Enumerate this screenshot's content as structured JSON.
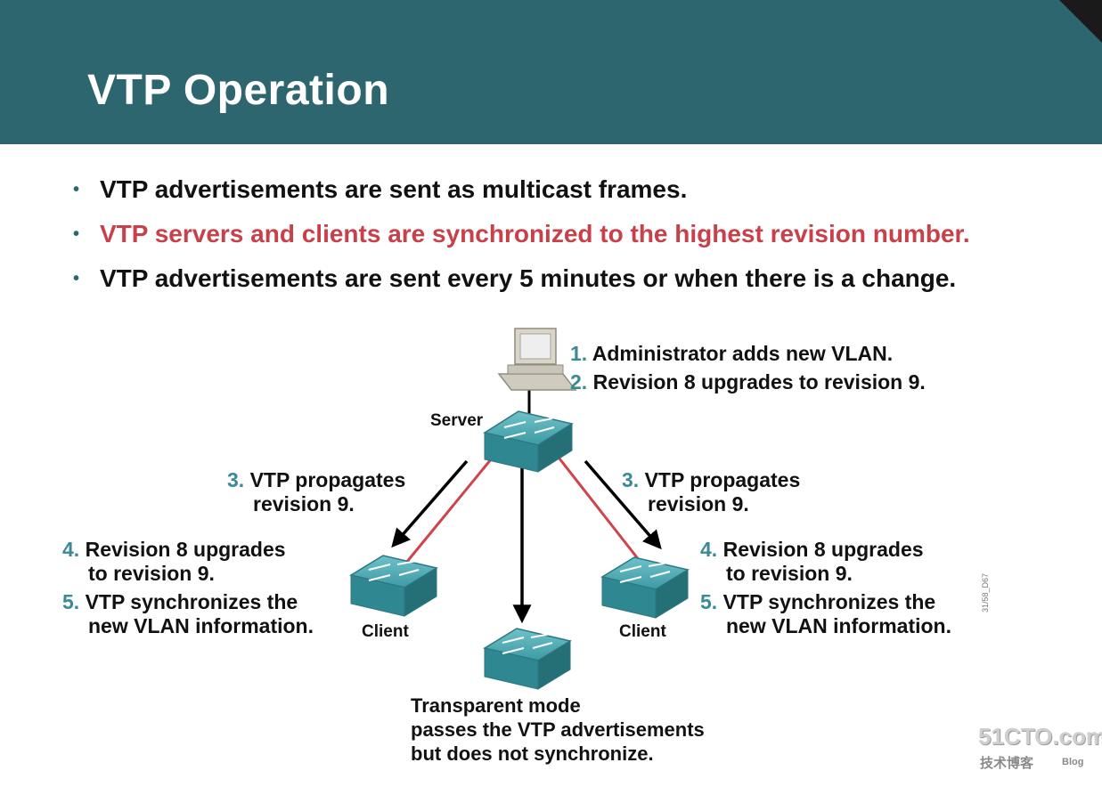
{
  "title": "VTP Operation",
  "bullets": [
    {
      "text": "VTP advertisements are sent as multicast frames.",
      "color": "#111111"
    },
    {
      "text": "VTP servers and clients are synchronized to the highest revision number.",
      "color": "#c8414a"
    },
    {
      "text": "VTP advertisements are sent every 5 minutes or when there is a change.",
      "color": "#111111"
    }
  ],
  "diagram": {
    "admin_steps": [
      {
        "num": "1.",
        "text": "Administrator adds new VLAN."
      },
      {
        "num": "2.",
        "text": "Revision 8 upgrades to revision 9."
      }
    ],
    "server_label": "Server",
    "propagate_left": {
      "num": "3.",
      "line1": "VTP propagates",
      "line2": "revision 9."
    },
    "propagate_right": {
      "num": "3.",
      "line1": "VTP propagates",
      "line2": "revision 9."
    },
    "left_client_steps": [
      {
        "num": "4.",
        "line1": "Revision 8 upgrades",
        "line2": "to revision 9."
      },
      {
        "num": "5.",
        "line1": "VTP synchronizes the",
        "line2": "new VLAN information."
      }
    ],
    "right_client_steps": [
      {
        "num": "4.",
        "line1": "Revision 8 upgrades",
        "line2": "to revision 9."
      },
      {
        "num": "5.",
        "line1": "VTP synchronizes the",
        "line2": "new VLAN information."
      }
    ],
    "client_left_label": "Client",
    "client_right_label": "Client",
    "transparent_lines": [
      "Transparent mode",
      "passes the VTP advertisements",
      "but does not synchronize."
    ],
    "figure_id": "31/58_D67",
    "colors": {
      "accent": "#3a8a96",
      "red_link": "#d0434c",
      "switch": "#3c9aa4"
    }
  },
  "watermark": {
    "brand": "51CTO.com",
    "sub": "技术博客",
    "blog": "Blog"
  }
}
